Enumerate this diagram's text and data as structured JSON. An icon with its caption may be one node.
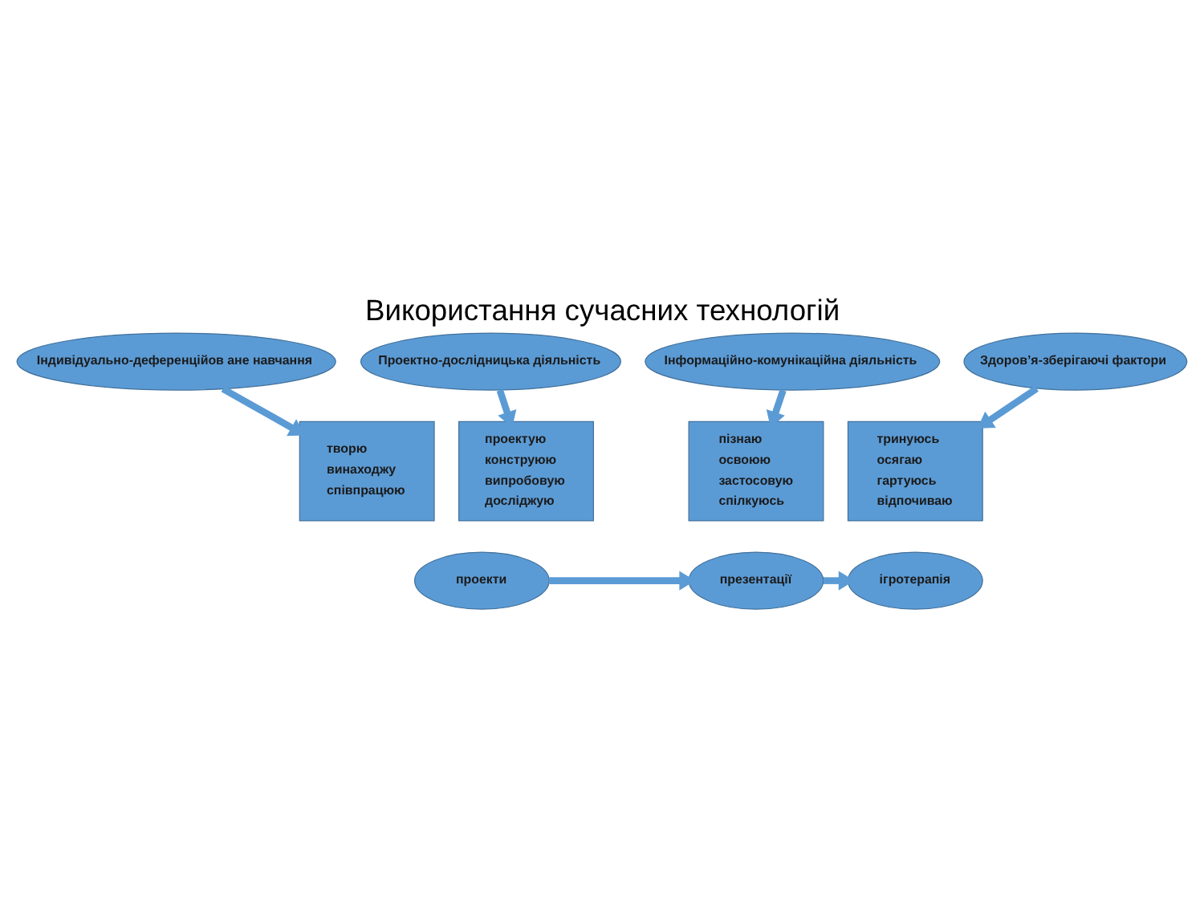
{
  "diagram": {
    "title": "Використання сучасних технологій",
    "nodes": [
      {
        "text": [
          "Індивідуально-деференційов ане навчання"
        ]
      },
      {
        "text": [
          "Проектно-дослідницька діяльність"
        ]
      },
      {
        "text": [
          "Інформаційно-комунікаційна діяльність"
        ]
      },
      {
        "text": [
          "Здоров’я-зберігаючі фактори"
        ]
      },
      {
        "text": [
          "творю",
          "винаходжу",
          "співпрацюю"
        ]
      },
      {
        "text": [
          "проектую",
          "конструюю",
          "випробовую",
          "досліджую"
        ]
      },
      {
        "text": [
          "пізнаю",
          "освоюю",
          "застосовую",
          "спілкуюсь"
        ]
      },
      {
        "text": [
          "тринуюсь",
          "осягаю",
          "гартуюсь",
          "відпочиваю"
        ]
      },
      {
        "text": [
          "проекти"
        ]
      },
      {
        "text": [
          "презентації"
        ]
      },
      {
        "text": [
          "ігротерапія"
        ]
      }
    ],
    "edges": [
      {
        "from": 0,
        "to": 4,
        "arrow": "to"
      },
      {
        "from": 1,
        "to": 5,
        "arrow": "to"
      },
      {
        "from": 2,
        "to": 6,
        "arrow": "to"
      },
      {
        "from": 3,
        "to": 7,
        "arrow": "to"
      },
      {
        "from": 8,
        "to": 9,
        "arrow": "to"
      },
      {
        "from": 9,
        "to": 10,
        "arrow": "to"
      }
    ]
  }
}
